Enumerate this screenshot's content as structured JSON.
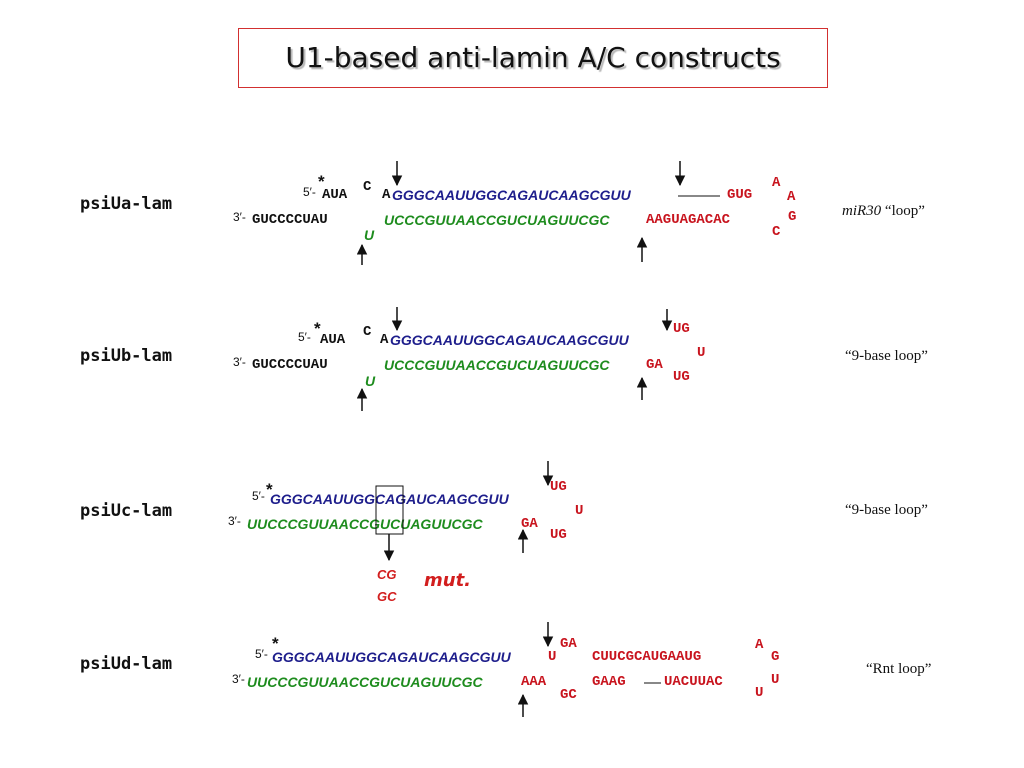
{
  "title": "U1-based anti-lamin A/C constructs",
  "labels": {
    "five_prime": "5′-",
    "three_prime": "3′-",
    "star": "*"
  },
  "constructs": [
    {
      "name": "psiUa-lam",
      "top_prefix": "AUA",
      "bulge_top": "C",
      "top_a": "A",
      "top_blue": "GGGCAAUUGGCAGAUCAAGCGUU",
      "top_red": "GUG",
      "loop_a1": "A",
      "loop_a2": "A",
      "loop_g": "G",
      "loop_c": "C",
      "bottom_black": "GUCCCCUAU",
      "bulge_bottom": "U",
      "bottom_green": "UCCCGUUAACCGUCUAGUUCGC",
      "bottom_red": "AAGUAGACAC",
      "caption_italic": "miR30",
      "caption_rest": " “loop”"
    },
    {
      "name": "psiUb-lam",
      "top_prefix": "AUA",
      "bulge_top": "C",
      "top_a": "A",
      "top_blue": "GGGCAAUUGGCAGAUCAAGCGUU",
      "loop_top": "UG",
      "loop_mid": "U",
      "loop_bottom": "UG",
      "bottom_black": "GUCCCCUAU",
      "bulge_bottom": "U",
      "bottom_green": "UCCCGUUAACCGUCUAGUUCGC",
      "bottom_red": "GA",
      "caption": "“9-base loop”"
    },
    {
      "name": "psiUc-lam",
      "top_blue": "GGGCAAUUGGCAGAUCAAGCGUU",
      "loop_top": "UG",
      "loop_mid": "U",
      "loop_bottom": "UG",
      "bottom_green": "UUCCCGUUAACCGUCUAGUUCGC",
      "bottom_red": "GA",
      "caption": "“9-base loop”",
      "mut_top": "CG",
      "mut_bottom": "GC",
      "mut_label": "mut."
    },
    {
      "name": "psiUd-lam",
      "top_blue": "GGGCAAUUGGCAGAUCAAGCGUU",
      "top_red_u": "U",
      "bulge_top": "GA",
      "top_red": "CUUCGCAUGAAUG",
      "loop_a": "A",
      "loop_g": "G",
      "loop_u1": "U",
      "loop_u2": "U",
      "bottom_green": "UUCCCGUUAACCGUCUAGUUCGC",
      "bottom_red": "AAA",
      "bulge_bottom": "GC",
      "bottom_red2": "GAAG",
      "bottom_red3": "UACUUAC",
      "caption": "“Rnt loop”"
    }
  ]
}
